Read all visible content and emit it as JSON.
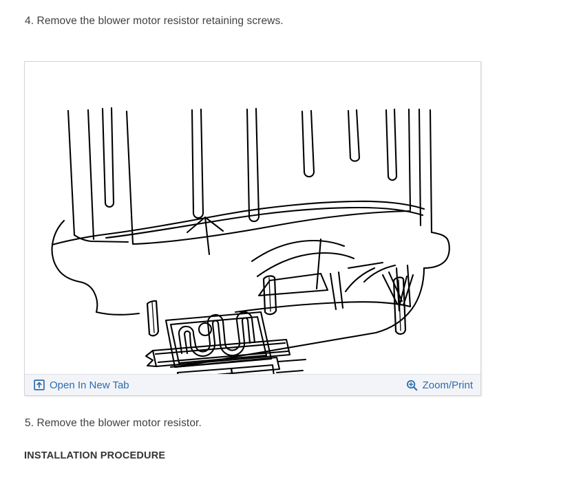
{
  "document": {
    "steps": [
      {
        "id": "step-4",
        "text": "4. Remove the blower motor resistor retaining screws."
      },
      {
        "id": "step-5",
        "text": "5. Remove the blower motor resistor."
      }
    ],
    "heading": "INSTALLATION PROCEDURE"
  },
  "figure": {
    "alt": "Line drawing of HVAC case with blower motor resistor and retaining screws",
    "toolbar": {
      "open_new_tab": {
        "label": "Open In New Tab",
        "icon": "open-in-new-tab-icon"
      },
      "zoom_print": {
        "label": "Zoom/Print",
        "icon": "magnifier-plus-icon"
      }
    }
  },
  "colors": {
    "link": "#2c6bb0",
    "toolbar_background": "#f2f4f7",
    "panel_border": "#d3d3d3",
    "body_text": "#404040",
    "drawing_stroke": "#000000",
    "page_background": "#ffffff"
  }
}
